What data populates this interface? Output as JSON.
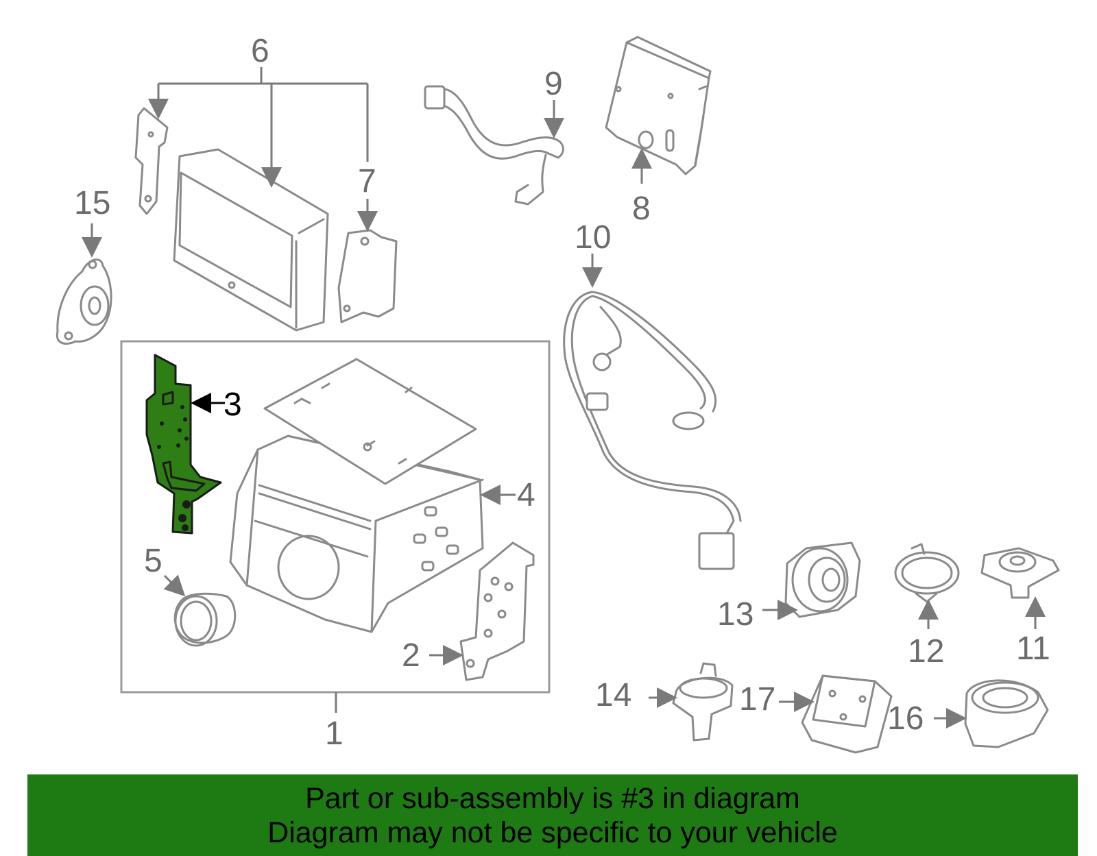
{
  "callouts": {
    "c1": "1",
    "c2": "2",
    "c3": "3",
    "c4": "4",
    "c5": "5",
    "c6": "6",
    "c7": "7",
    "c8": "8",
    "c9": "9",
    "c10": "10",
    "c11": "11",
    "c12": "12",
    "c13": "13",
    "c14": "14",
    "c15": "15",
    "c16": "16",
    "c17": "17"
  },
  "highlight_part": "3",
  "colors": {
    "highlight_part": "#2e7d15",
    "banner_background": "#1e7a12",
    "line_art": "#8a8a8a"
  },
  "banner": {
    "line1": "Part or sub-assembly is #3 in diagram",
    "line2": "Diagram may not be specific to your vehicle"
  }
}
